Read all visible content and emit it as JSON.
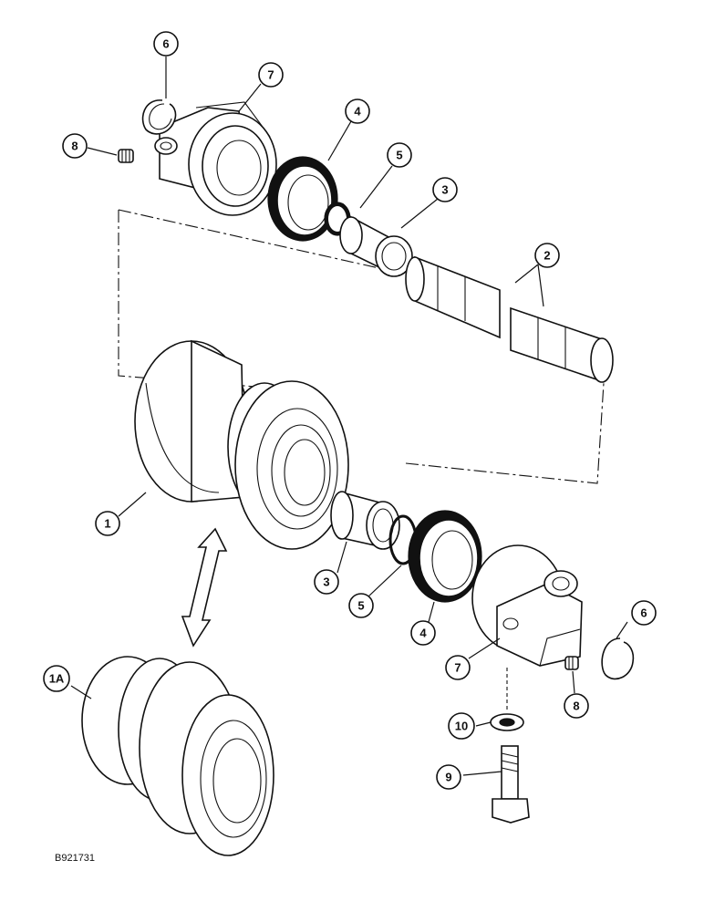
{
  "callouts": {
    "c1": "1",
    "c1a": "1A",
    "c2": "2",
    "c3_top": "3",
    "c3_bottom": "3",
    "c4_top": "4",
    "c4_bottom": "4",
    "c5_top": "5",
    "c5_bottom": "5",
    "c6_top": "6",
    "c6_bottom": "6",
    "c7_top": "7",
    "c7_bottom": "7",
    "c8_top": "8",
    "c8_bottom": "8",
    "c9": "9",
    "c10": "10"
  },
  "figure_id": "B921731",
  "colors": {
    "ink": "#111111",
    "paper": "#ffffff"
  }
}
